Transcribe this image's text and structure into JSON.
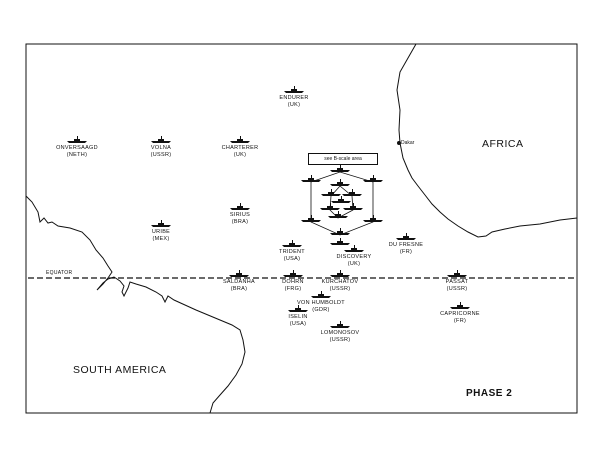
{
  "title": "PHASE 2",
  "regions": {
    "africa": "AFRICA",
    "south_america": "SOUTH AMERICA"
  },
  "equator_label": "EQUATOR",
  "city": "Dakar",
  "inset_note": "see B-scale area",
  "ships": [
    {
      "name": "ENDURER",
      "country": "(UK)"
    },
    {
      "name": "ONVERSAAGD",
      "country": "(NETH)"
    },
    {
      "name": "VOLNA",
      "country": "(USSR)"
    },
    {
      "name": "CHARTERER",
      "country": "(UK)"
    },
    {
      "name": "SIRIUS",
      "country": "(BRA)"
    },
    {
      "name": "URIBE",
      "country": "(MEX)"
    },
    {
      "name": "TRIDENT",
      "country": "(USA)"
    },
    {
      "name": "DISCOVERY",
      "country": "(UK)"
    },
    {
      "name": "DU FRESNE",
      "country": "(FR)"
    },
    {
      "name": "SALDANHA",
      "country": "(BRA)"
    },
    {
      "name": "DOHRN",
      "country": "(FRG)"
    },
    {
      "name": "KURCHATOV",
      "country": "(USSR)"
    },
    {
      "name": "PASSAT",
      "country": "(USSR)"
    },
    {
      "name": "VON HUMBOLDT",
      "country": "(GDR)"
    },
    {
      "name": "ISELIN",
      "country": "(USA)"
    },
    {
      "name": "LOMONOSOV",
      "country": "(USSR)"
    },
    {
      "name": "CAPRICORNE",
      "country": "(FR)"
    }
  ]
}
